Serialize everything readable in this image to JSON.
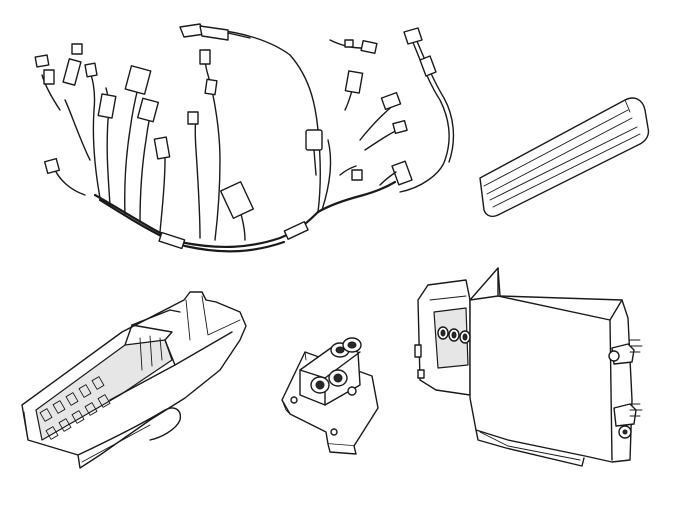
{
  "figure": {
    "background_color": "#ffffff",
    "line_color": "#1a1a1a",
    "parts": [
      {
        "id": "wiring-harness",
        "icon": "wiring-harness-icon"
      },
      {
        "id": "foam-strip",
        "icon": "foam-strip-icon"
      },
      {
        "id": "center-console-bracket",
        "icon": "console-bracket-icon"
      },
      {
        "id": "connector-bracket",
        "icon": "connector-bracket-icon"
      },
      {
        "id": "module-cover-panel",
        "icon": "module-cover-icon"
      }
    ]
  }
}
